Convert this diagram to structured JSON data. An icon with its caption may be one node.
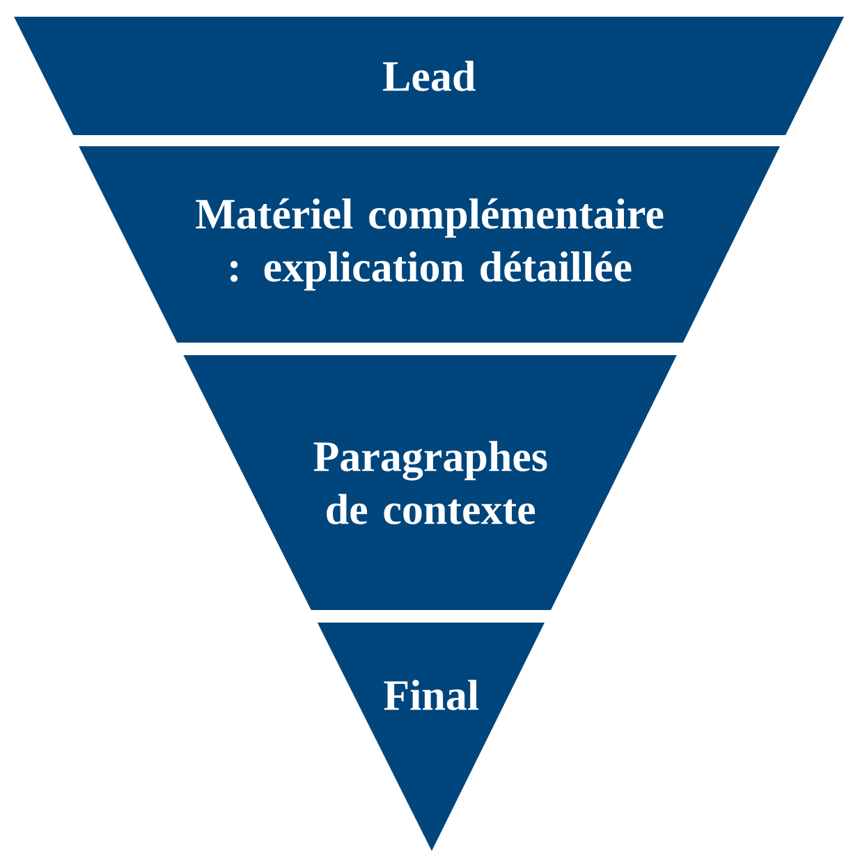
{
  "diagram": {
    "nodes": [
      {
        "text": [
          "Lead"
        ]
      },
      {
        "text": [
          "Matériel complémentaire : explication détaillée"
        ]
      },
      {
        "text": [
          "Paragraphes de contexte"
        ]
      },
      {
        "text": [
          "Final"
        ]
      }
    ]
  }
}
